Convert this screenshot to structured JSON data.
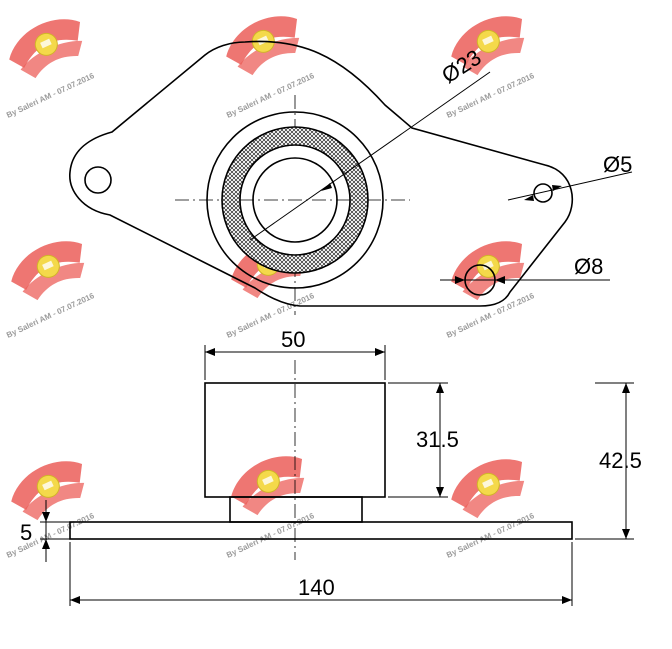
{
  "dimensions": {
    "d23": "Ø23",
    "d5": "Ø5",
    "d8": "Ø8",
    "w50": "50",
    "h31_5": "31.5",
    "h42_5": "42.5",
    "h5": "5",
    "w140": "140"
  },
  "watermark": {
    "text": "By Saleri AM - 07.07.2016",
    "wing_color": "#e8413b",
    "badge_color": "#f2d22a"
  }
}
